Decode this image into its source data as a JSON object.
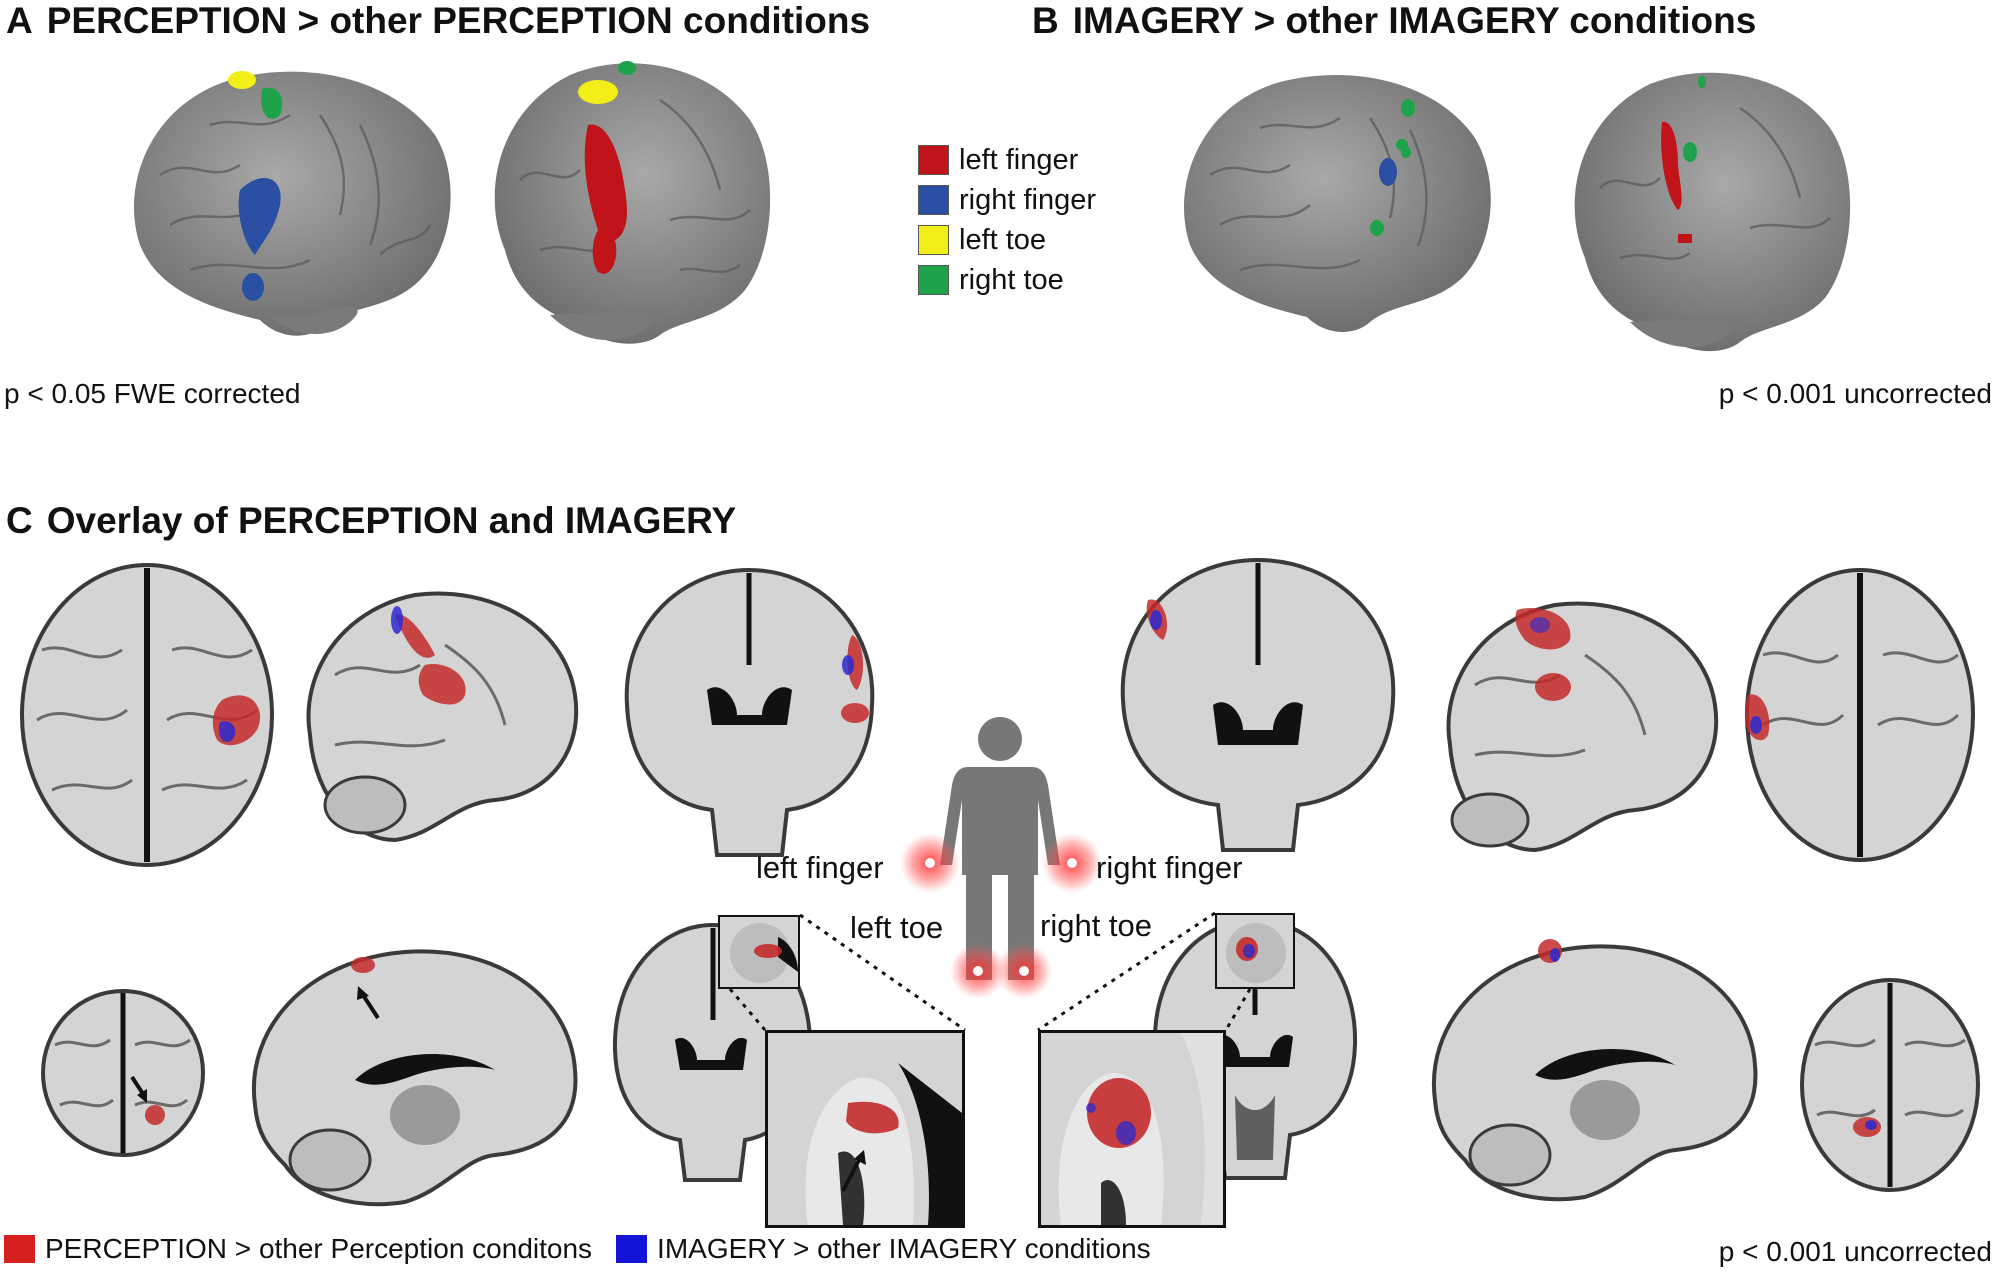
{
  "panels": {
    "a": {
      "letter": "A",
      "title": "PERCEPTION > other PERCEPTION conditions",
      "stat": "p < 0.05 FWE corrected"
    },
    "b": {
      "letter": "B",
      "title": "IMAGERY > other IMAGERY conditions",
      "stat": "p < 0.001 uncorrected"
    },
    "c": {
      "letter": "C",
      "title": "Overlay of PERCEPTION and IMAGERY",
      "stat": "p < 0.001 uncorrected"
    }
  },
  "legend": [
    {
      "label": "left finger",
      "color": "#c0141a"
    },
    {
      "label": "right finger",
      "color": "#2b4fa3"
    },
    {
      "label": "left toe",
      "color": "#f2ee17"
    },
    {
      "label": "right toe",
      "color": "#1ea34b"
    }
  ],
  "body_labels": {
    "left_finger": "left finger",
    "right_finger": "right finger",
    "left_toe": "left toe",
    "right_toe": "right toe"
  },
  "bottom_legend": [
    {
      "label": "PERCEPTION > other Perception conditons",
      "color": "#d62020"
    },
    {
      "label": "IMAGERY > other IMAGERY conditions",
      "color": "#1414d6"
    }
  ],
  "colors": {
    "brain_surface": "#8a8a8a",
    "slice_tissue": "#d4d4d4",
    "perception_overlay": "#c42a2a",
    "imagery_overlay": "#2a2ad0",
    "figure": "#777777"
  }
}
